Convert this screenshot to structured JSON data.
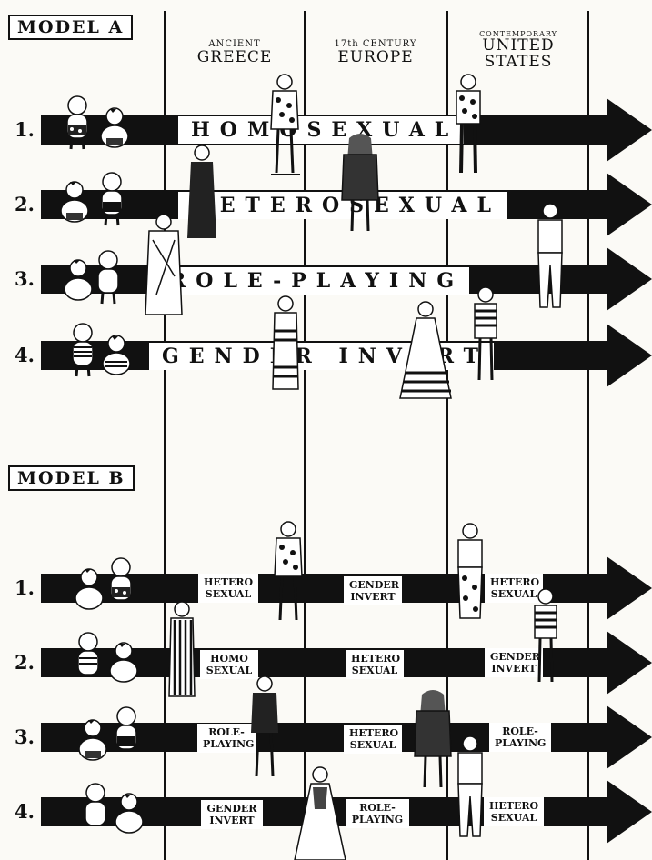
{
  "model_a": {
    "label": "MODEL A",
    "eras": [
      {
        "small": "ANCIENT",
        "big": "GREECE"
      },
      {
        "small": "17th CENTURY",
        "big": "EUROPE"
      },
      {
        "small": "CONTEMPORARY",
        "big": "UNITED STATES"
      }
    ],
    "rows": [
      {
        "number": "1.",
        "banner": "HOMOSEXUAL"
      },
      {
        "number": "2.",
        "banner": "HETEROSEXUAL"
      },
      {
        "number": "3.",
        "banner": "ROLE-PLAYING"
      },
      {
        "number": "4.",
        "banner": "GENDER INVERT"
      }
    ]
  },
  "model_b": {
    "label": "MODEL B",
    "rows": [
      {
        "number": "1.",
        "greece": "HETERO SEXUAL",
        "europe": "GENDER INVERT",
        "us": "HETERO SEXUAL"
      },
      {
        "number": "2.",
        "greece": "HOMO SEXUAL",
        "europe": "HETERO SEXUAL",
        "us": "GENDER INVERT"
      },
      {
        "number": "3.",
        "greece": "ROLE- PLAYING",
        "europe": "HETERO SEXUAL",
        "us": "ROLE- PLAYING"
      },
      {
        "number": "4.",
        "greece": "GENDER INVERT",
        "europe": "ROLE- PLAYING",
        "us": "HETERO SEXUAL"
      }
    ]
  }
}
